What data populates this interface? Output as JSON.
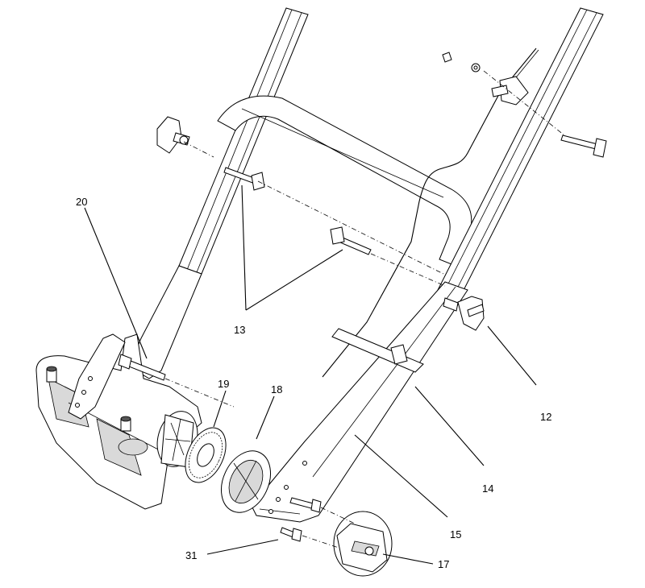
{
  "callouts": {
    "c20": "20",
    "c19": "19",
    "c18": "18",
    "c13": "13",
    "c12": "12",
    "c14": "14",
    "c15": "15",
    "c17": "17",
    "c31": "31"
  }
}
